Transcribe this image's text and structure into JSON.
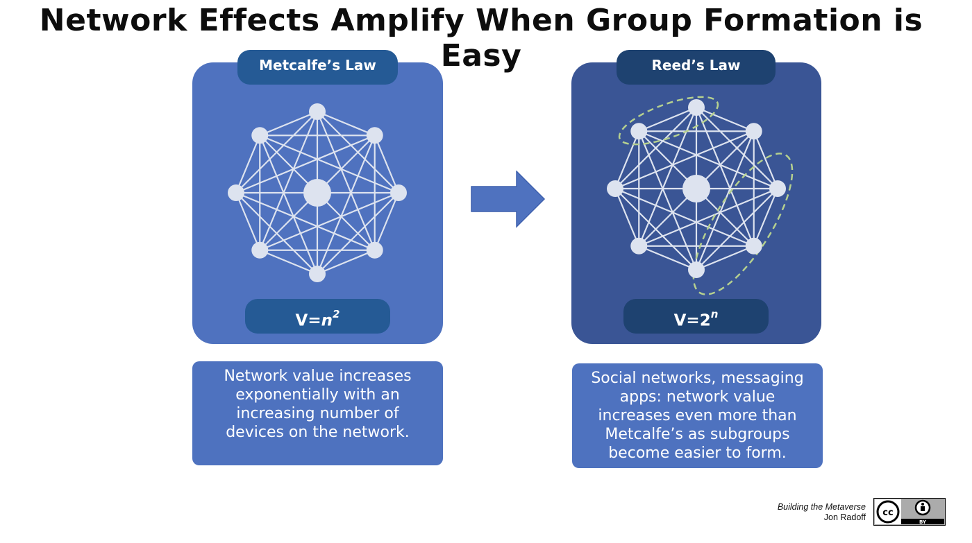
{
  "title": "Network Effects Amplify When Group Formation is Easy",
  "left": {
    "tab_label": "Metcalfe’s Law",
    "formula": {
      "prefix": "V=",
      "base": "n",
      "exponent": "2"
    },
    "description": "Network value increases exponentially with an increasing number of devices on the network."
  },
  "right": {
    "tab_label": "Reed’s Law",
    "formula": {
      "prefix": "V=",
      "base": "2",
      "exponent": "n"
    },
    "description": "Social networks, messaging apps: network value increases even more than Metcalfe’s as subgroups become easier to form."
  },
  "attribution": {
    "book": "Building the Metaverse",
    "author": "Jon Radoff"
  },
  "license_badge": {
    "icons": [
      "cc-icon",
      "attribution-icon"
    ],
    "lettering": "BY"
  },
  "colors": {
    "panel_left": "#4f72bf",
    "panel_right": "#3a5595",
    "tab_left": "#255a95",
    "tab_right": "#1e4270",
    "node": "#dde3ef",
    "edge": "#dde3ef",
    "group_outline": "#b5d08f",
    "arrow": "#4f72bf"
  }
}
